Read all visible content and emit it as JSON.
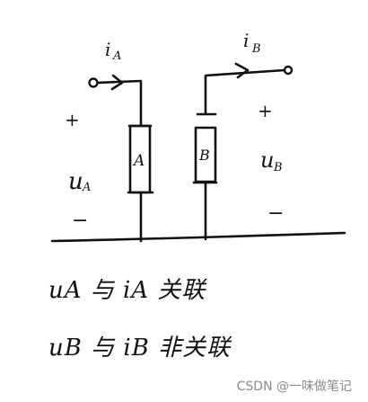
{
  "circuit": {
    "current_a": {
      "symbol": "i",
      "subscript": "A"
    },
    "current_b": {
      "symbol": "i",
      "subscript": "B"
    },
    "voltage_a": {
      "symbol": "u",
      "subscript": "A",
      "plus": "+",
      "minus": "−"
    },
    "voltage_b": {
      "symbol": "u",
      "subscript": "B",
      "plus": "+",
      "minus": "−"
    },
    "element_a_label": "A",
    "element_b_label": "B"
  },
  "captions": {
    "line1": "uA 与 iA 关联",
    "line2": "uB 与 iB 非关联"
  },
  "watermark": "CSDN @一味做笔记"
}
